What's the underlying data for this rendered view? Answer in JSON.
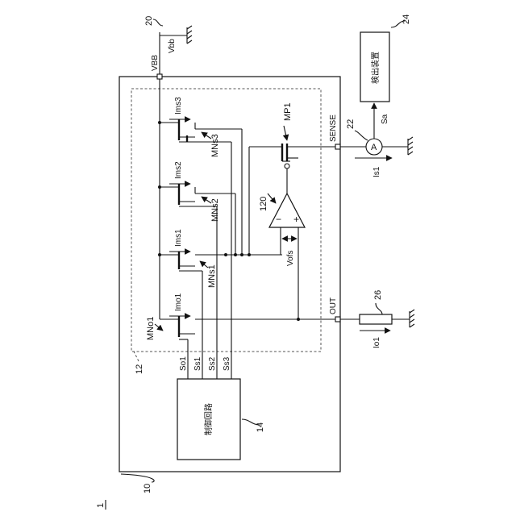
{
  "diagram": {
    "figure_ref": "1",
    "terminals": {
      "vbb": "VBB",
      "sense": "SENSE",
      "out": "OUT"
    },
    "supply": {
      "ref": "20",
      "label": "Vbb"
    },
    "detector": {
      "ref": "24",
      "label": "検出装置"
    },
    "ammeter": {
      "ref": "22",
      "symbol": "A",
      "signal": "Sa",
      "current": "Is1"
    },
    "load": {
      "ref": "26",
      "current": "Io1"
    },
    "device": {
      "ref": "10"
    },
    "block": {
      "ref": "12"
    },
    "control": {
      "ref": "14",
      "label": "制御回路"
    },
    "control_pins": [
      "So1",
      "Ss1",
      "Ss2",
      "Ss3"
    ],
    "transistors": [
      {
        "name": "MNs3",
        "current": "Ims3"
      },
      {
        "name": "MNs2",
        "current": "Ims2"
      },
      {
        "name": "MNs1",
        "current": "Ims1"
      },
      {
        "name": "MNo1",
        "current": "Imo1"
      }
    ],
    "mp1": {
      "name": "MP1"
    },
    "opamp": {
      "ref": "120",
      "minus": "−",
      "plus": "+",
      "offset": "Vofs"
    }
  }
}
